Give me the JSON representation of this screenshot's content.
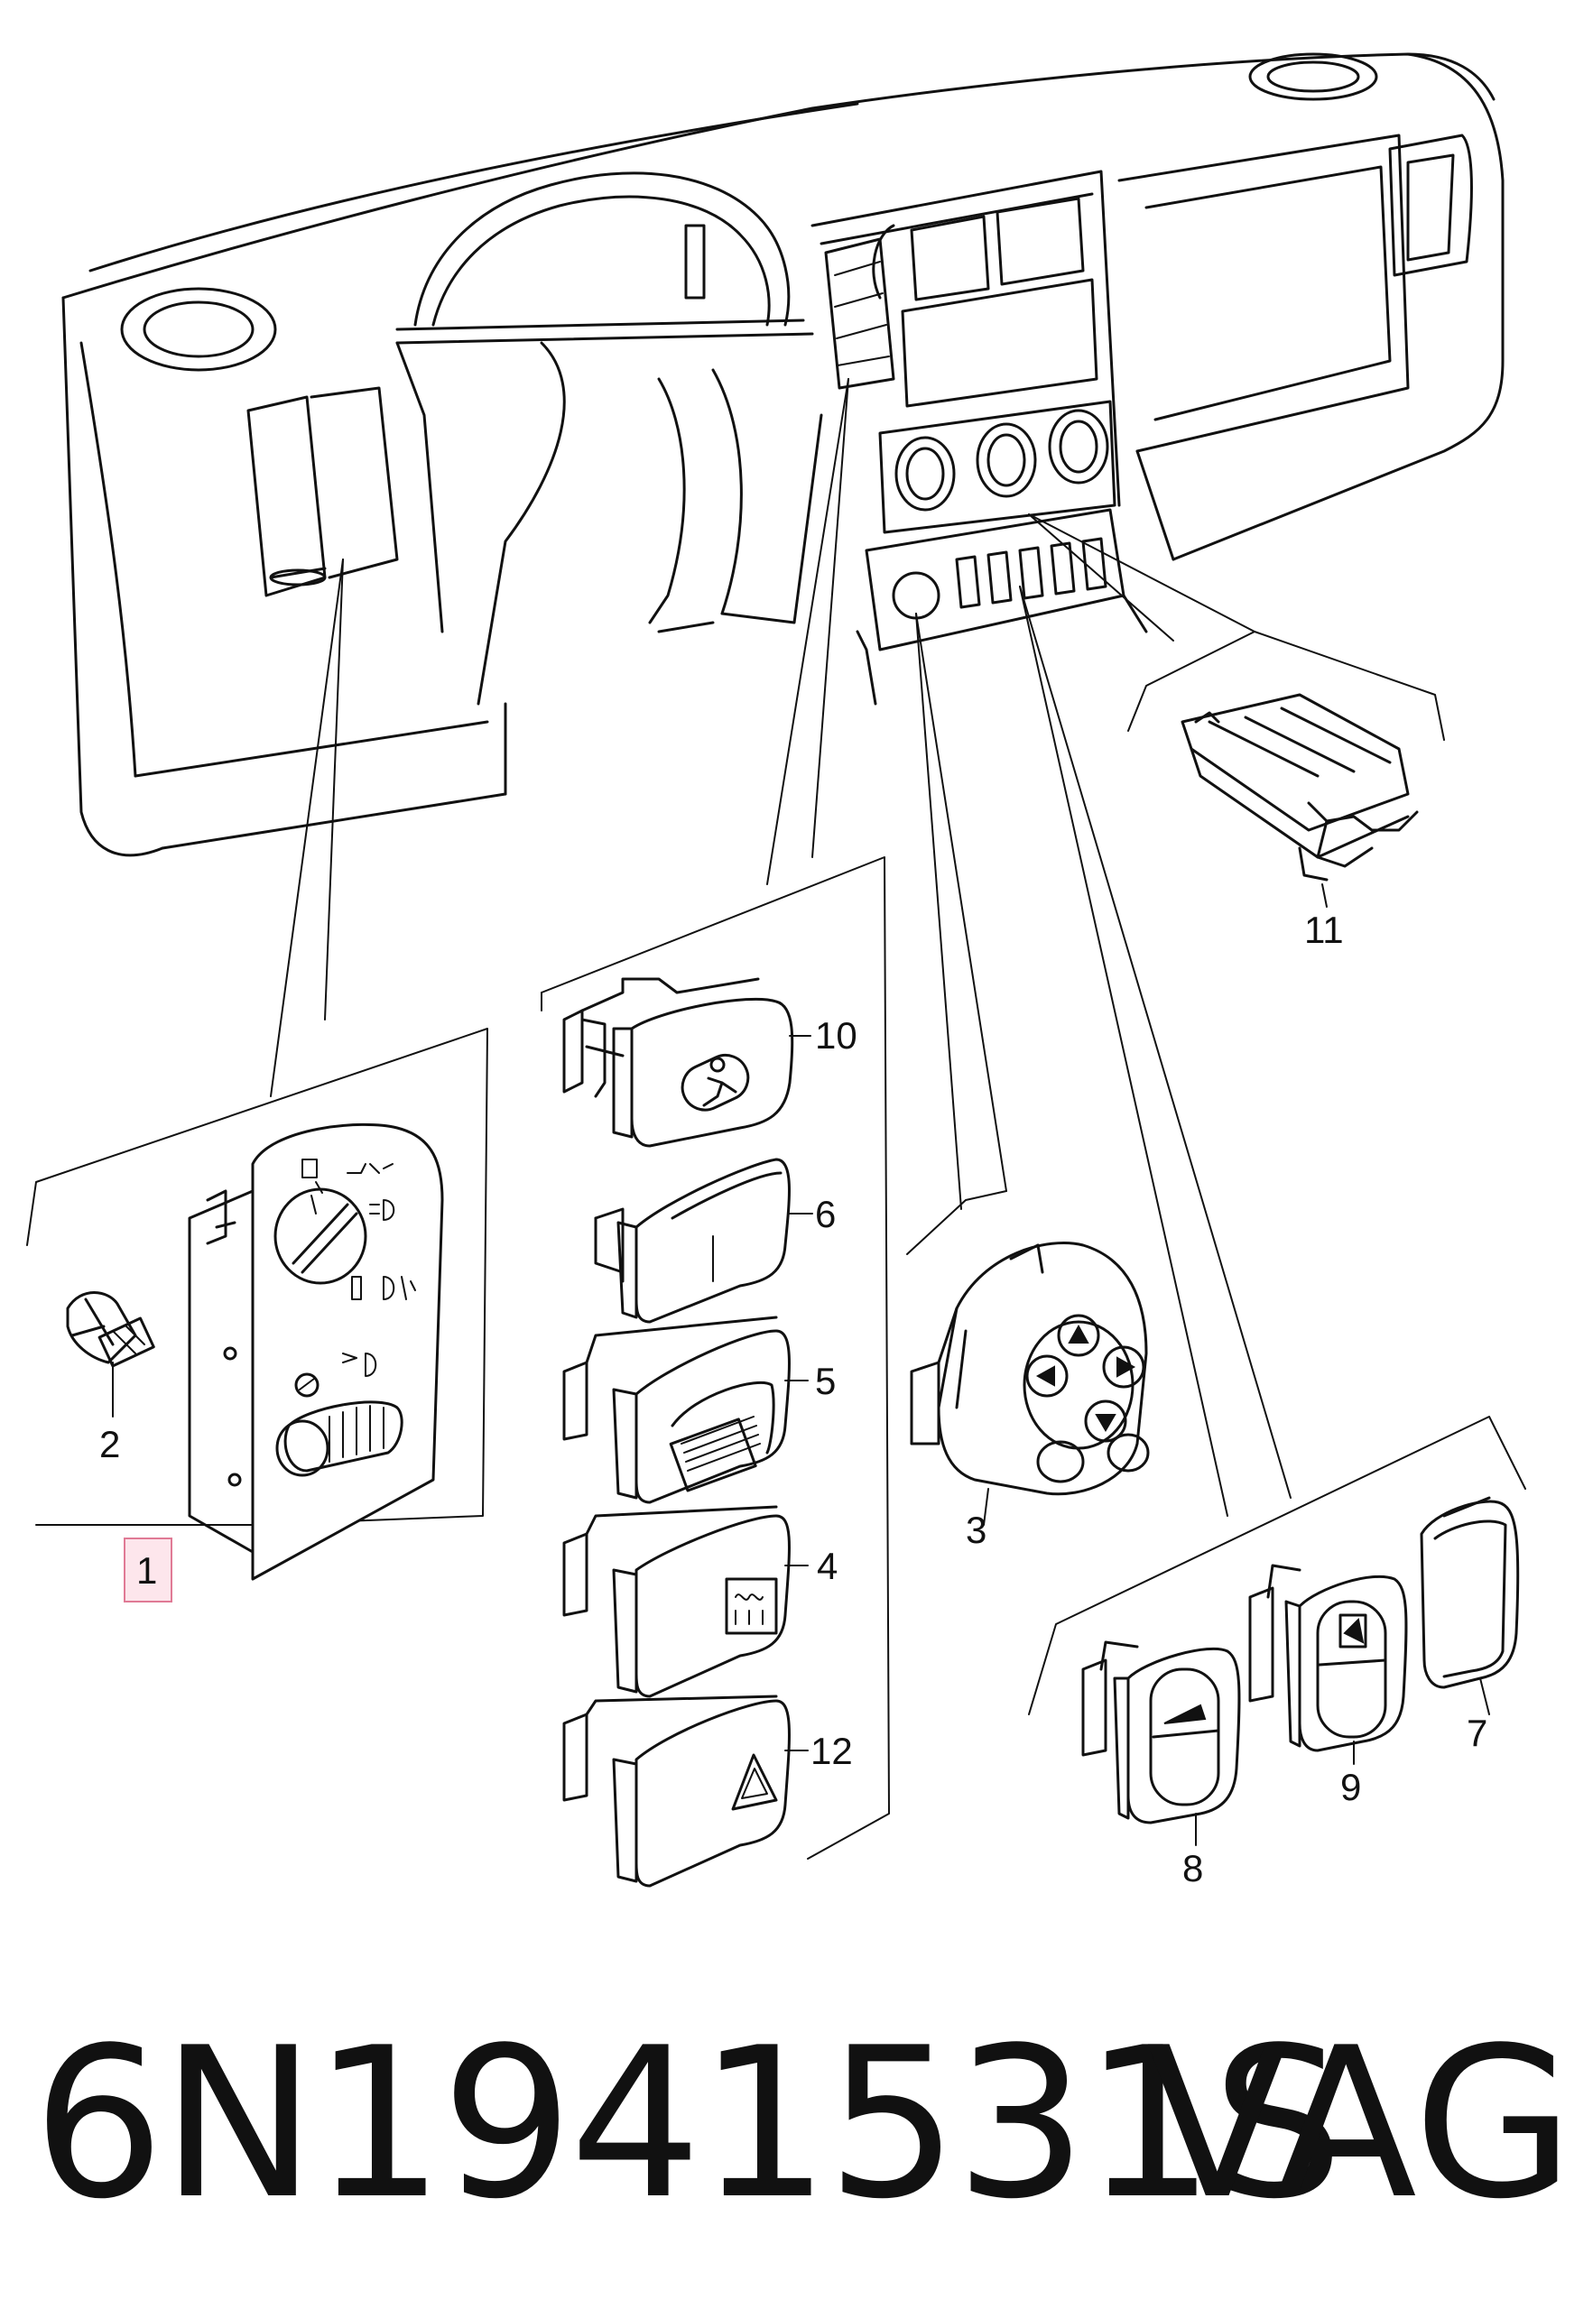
{
  "callouts": {
    "c1": "1",
    "c2": "2",
    "c3": "3",
    "c4": "4",
    "c5": "5",
    "c6": "6",
    "c7": "7",
    "c8": "8",
    "c9": "9",
    "c10": "10",
    "c11": "11",
    "c12": "12"
  },
  "caption": {
    "part_number": "6N1941531S",
    "brand": "VAG"
  },
  "colors": {
    "line": "#111111",
    "highlight_fill": "#fde6ec",
    "highlight_stroke": "#e07a95",
    "background": "#ffffff"
  }
}
